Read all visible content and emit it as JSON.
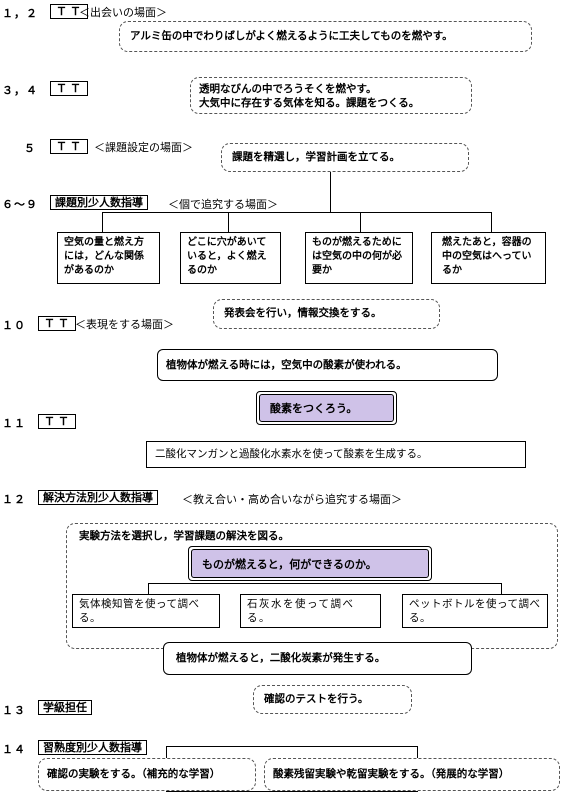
{
  "rows": [
    {
      "num": "１，２",
      "tag": "ＴＴ",
      "scene": "＜出会いの場面＞"
    },
    {
      "num": "３，４",
      "tag": "ＴＴ"
    },
    {
      "num": "５",
      "tag": "ＴＴ",
      "scene": "＜課題設定の場面＞"
    },
    {
      "num": "６～９",
      "tag": "課題別少人数指導",
      "scene": "＜個で追究する場面＞"
    },
    {
      "num": "１０",
      "tag": "ＴＴ",
      "scene": "＜表現をする場面＞"
    },
    {
      "num": "１１",
      "tag": "ＴＴ"
    },
    {
      "num": "１２",
      "tag": "解決方法別少人数指導",
      "scene": "＜教え合い・高め合いながら追究する場面＞"
    },
    {
      "num": "１３",
      "tag": "学級担任"
    },
    {
      "num": "１４",
      "tag": "習熟度別少人数指導"
    }
  ],
  "boxes": {
    "b1": "アルミ缶の中でわりばしがよく燃えるように工夫してものを燃やす。",
    "b2_line1": "透明なびんの中でろうそくを燃やす。",
    "b2_line2": "大気中に存在する気体を知る。課題をつくる。",
    "b3": "課題を精選し，学習計画を立てる。",
    "q1": "空気の量と燃え方には，どんな関係があるのか",
    "q2": "どこに穴があいていると，よく燃えるのか",
    "q3": "ものが燃えるためには空気の中の何が必要か",
    "q4": "燃えたあと，容器の中の空気はへっているか",
    "b10": "発表会を行い，情報交換をする。",
    "b10b": "植物体が燃える時には，空気中の酸素が使われる。",
    "b11h": "酸素をつくろう。",
    "b11": "二酸化マンガンと過酸化水素水を使って酸素を生成する。",
    "b12_intro": "実験方法を選択し，学習課題の解決を図る。",
    "b12h": "ものが燃えると，何ができるのか。",
    "m1": "気体検知管を使って調べる。",
    "m2": "石灰水を使って調べる。",
    "m3": "ペットボトルを使って調べる。",
    "b12r": "植物体が燃えると，二酸化炭素が発生する。",
    "b13": "確認のテストを行う。",
    "b14a": "確認の実験をする。（補充的な学習）",
    "b14b": "酸素残留実験や乾留実験をする。（発展的な学習）"
  }
}
